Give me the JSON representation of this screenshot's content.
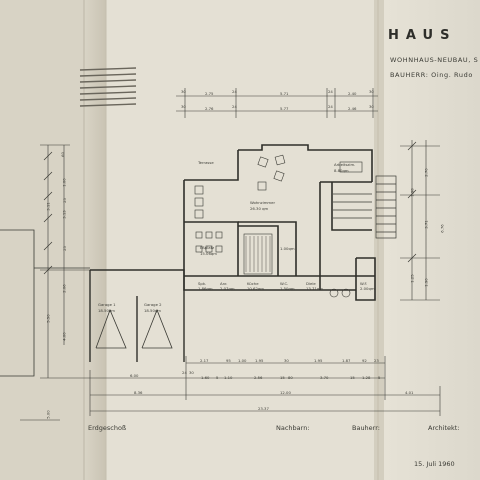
{
  "header": {
    "title": "HAUS",
    "subtitle": "WOHNHAUS-NEUBAU, S",
    "owner": "BAUHERR: Oing. Rudo"
  },
  "rooms": {
    "terrace": "Terrasse",
    "study": "Arbeitszim.",
    "study_area": "8.80qm",
    "living": "Wohnzimmer",
    "living_area": "26.30 qm",
    "dining": "Eßplatz",
    "dining_area": "15.06qm",
    "pantry": "Spk.",
    "pantry_area": "1.86qm",
    "storage": "Anr.",
    "storage_area": "2.07qm",
    "kitchen": "Küche",
    "kitchen_area": "10.62qm",
    "wc": "W.C.",
    "wc_area": "1.50qm",
    "hall": "Diele",
    "hall_area": "13.71qm",
    "utility": "W.F.",
    "utility_area": "2.00qm",
    "garage1": "Garage 1",
    "garage1_area": "18.50qm",
    "garage2": "Garage 2",
    "garage2_area": "18.50qm",
    "hall_label": "Diele"
  },
  "dimensions": {
    "top_row1": [
      "2.75",
      "5.71",
      "2.40"
    ],
    "top_row2": [
      "2.76",
      "5.77",
      "2.46"
    ],
    "top_row1_marks": [
      "30",
      "24",
      "24",
      "30"
    ],
    "top_row2_marks": [
      "30",
      "24",
      "24",
      "30"
    ],
    "bottom_row1": [
      "2.17",
      "95",
      "1.00",
      "1.95",
      "30",
      "1.95",
      "1.87",
      "92",
      "23"
    ],
    "bottom_row2": [
      "6.00",
      "24",
      "30",
      "1.60",
      "5",
      "1.10",
      "2.56",
      "15",
      "80",
      "3.70",
      "15",
      "1.28",
      "5"
    ],
    "bottom_row3": [
      "8.36",
      "12.00",
      "4.01"
    ],
    "bottom_total": "23.37",
    "left_col": [
      "3.11",
      "60",
      "1.00",
      "25",
      "3.13",
      "25",
      "2.06"
    ],
    "left_col2": [
      "5.50",
      "4.00",
      "5.00"
    ],
    "right_col": [
      "2.70",
      "1.98",
      "3.71",
      "6.76",
      "1.25",
      "1.90"
    ],
    "small_area": "1.00qm"
  },
  "footer": {
    "level": "Erdgeschoß",
    "neighbor": "Nachbarn:",
    "owner": "Bauherr:",
    "architect": "Architekt:",
    "date": "15. Juli 1960"
  },
  "colors": {
    "paper": "#e4e0d4",
    "paper_shade": "#d6d1c3",
    "ink": "#3a3a34",
    "background": "#7e786c"
  }
}
